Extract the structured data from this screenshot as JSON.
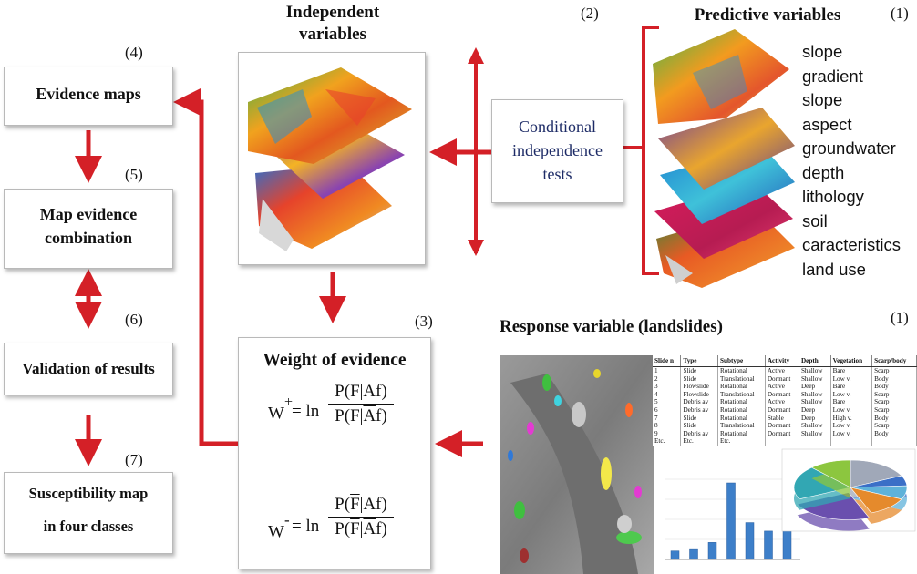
{
  "steps": {
    "evidence_maps": {
      "number": "(4)",
      "label": "Evidence maps"
    },
    "map_combination": {
      "number": "(5)",
      "line1": "Map evidence",
      "line2": "combination"
    },
    "validation": {
      "number": "(6)",
      "label": "Validation of results"
    },
    "susceptibility": {
      "number": "(7)",
      "line1": "Susceptibility map",
      "line2": "in four classes"
    },
    "independent": {
      "line1": "Independent",
      "line2": "variables"
    },
    "conditional": {
      "number": "(2)",
      "line1": "Conditional",
      "line2": "independence",
      "line3": "tests"
    },
    "predictive": {
      "number": "(1)",
      "title": "Predictive variables",
      "items": [
        "slope",
        "gradient",
        "slope",
        "aspect",
        "groundwater",
        "depth",
        "lithology",
        "soil",
        "caracteristics",
        "land use"
      ]
    },
    "weight": {
      "number": "(3)",
      "title": "Weight of evidence"
    },
    "response": {
      "number": "(1)",
      "title": "Response variable (landslides)"
    }
  },
  "formula": {
    "w_plus": "W",
    "plus_sign": "+",
    "minus_sign": "-",
    "eq": "= ln",
    "num_plus": "P(F|Af)",
    "den_plus_a": "P(F|",
    "den_plus_bar": "A",
    "den_plus_b": "f)",
    "num_minus_a": "P(",
    "num_minus_bar": "F",
    "num_minus_b": "|Af)",
    "den_minus_a": "P(",
    "den_minus_bar1": "F",
    "den_minus_mid": "|",
    "den_minus_bar2": "A",
    "den_minus_b": "f)"
  },
  "table": {
    "headers": [
      "Slide n",
      "Type",
      "Subtype",
      "Activity",
      "Depth",
      "Vegetation",
      "Scarp/body"
    ],
    "rows": [
      [
        "1",
        "Slide",
        "Rotational",
        "Active",
        "Shallow",
        "Bare",
        "Scarp"
      ],
      [
        "2",
        "Slide",
        "Translational",
        "Dormant",
        "Shallow",
        "Low v.",
        "Body"
      ],
      [
        "3",
        "Flowslide",
        "Rotational",
        "Active",
        "Deep",
        "Bare",
        "Body"
      ],
      [
        "4",
        "Flowslide",
        "Translational",
        "Dormant",
        "Shallow",
        "Low v.",
        "Scarp"
      ],
      [
        "5",
        "Debris av",
        "Rotational",
        "Active",
        "Shallow",
        "Bare",
        "Scarp"
      ],
      [
        "6",
        "Debris av",
        "Rotational",
        "Dormant",
        "Deep",
        "Low v.",
        "Scarp"
      ],
      [
        "7",
        "Slide",
        "Rotational",
        "Stable",
        "Deep",
        "High v.",
        "Body"
      ],
      [
        "8",
        "Slide",
        "Translational",
        "Dormant",
        "Shallow",
        "Low v.",
        "Scarp"
      ],
      [
        "9",
        "Debris av",
        "Rotational",
        "Dormant",
        "Shallow",
        "Low v.",
        "Body"
      ],
      [
        "Etc.",
        "Etc.",
        "Etc.",
        "",
        "",
        "",
        ""
      ]
    ]
  },
  "bar_chart": {
    "values": [
      3,
      3.5,
      6,
      27,
      13,
      10,
      10
    ]
  },
  "pie_chart": {
    "slices": [
      18,
      6,
      8,
      12,
      24,
      20,
      12
    ]
  },
  "colors": {
    "arrow": "#d42027",
    "box_border": "#b9b9b9"
  }
}
